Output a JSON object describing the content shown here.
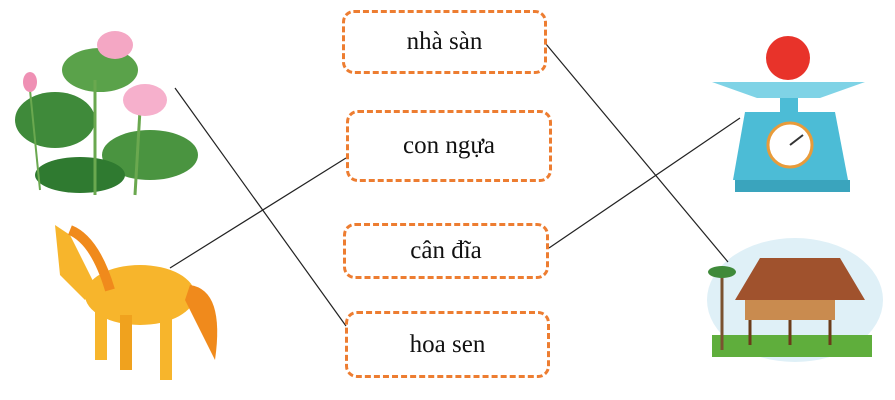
{
  "words": [
    {
      "label": "nhà sàn"
    },
    {
      "label": "con ngựa"
    },
    {
      "label": "cân đĩa"
    },
    {
      "label": "hoa sen"
    }
  ],
  "pictures": [
    "lotus",
    "horse",
    "scale",
    "stilt-house"
  ],
  "matches": [
    {
      "picture": "lotus",
      "word": "hoa sen"
    },
    {
      "picture": "horse",
      "word": "con ngựa"
    },
    {
      "picture": "stilt-house",
      "word": "nhà sàn"
    },
    {
      "picture": "scale",
      "word": "cân đĩa"
    }
  ],
  "colors": {
    "box_border": "#ED7D31",
    "line": "#222222"
  }
}
